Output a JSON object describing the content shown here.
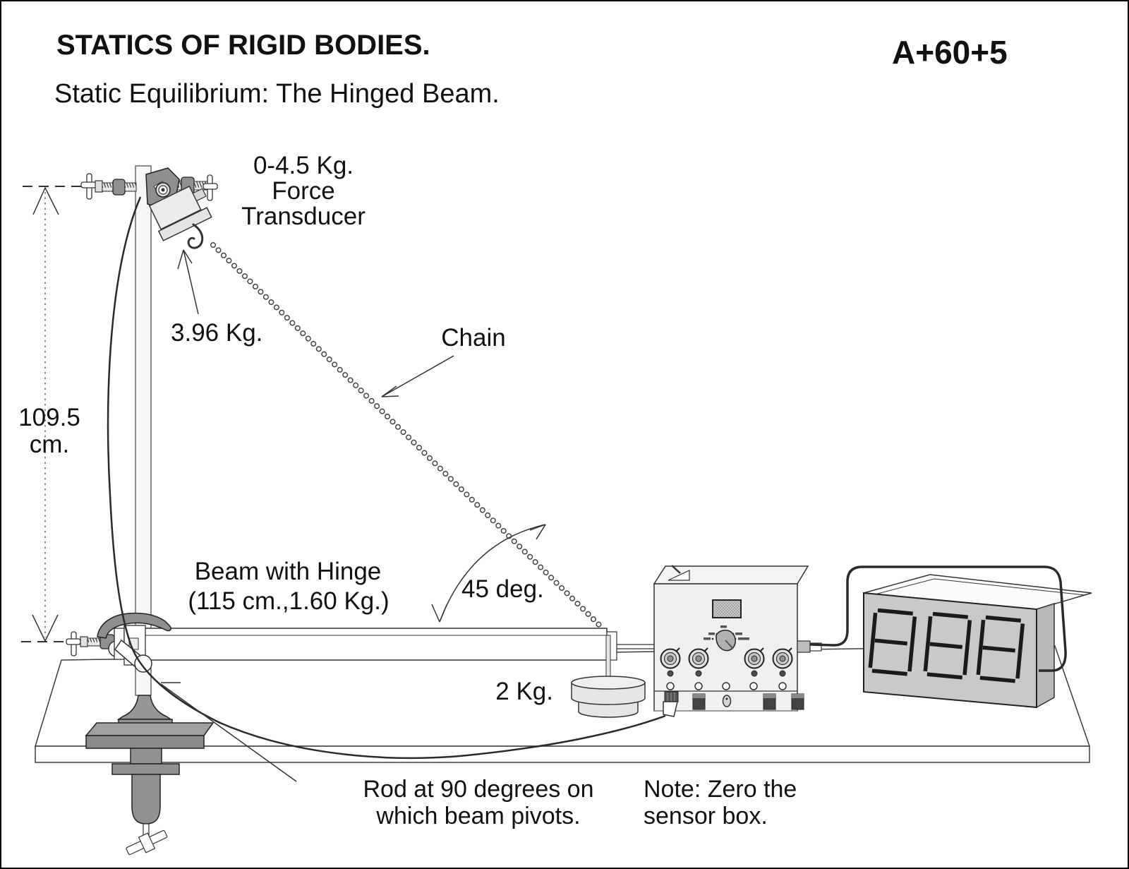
{
  "header": {
    "title": "STATICS OF RIGID BODIES.",
    "subtitle": "Static Equilibrium: The Hinged Beam.",
    "code": "A+60+5"
  },
  "labels": {
    "transducer": {
      "line1": "0-4.5 Kg.",
      "line2": "Force",
      "line3": "Transducer"
    },
    "reading": "3.96 Kg.",
    "chain": "Chain",
    "height": {
      "value": "109.5",
      "unit": "cm."
    },
    "beam": {
      "line1": "Beam with Hinge",
      "line2": "(115 cm.,1.60 Kg.)"
    },
    "angle": "45 deg.",
    "weight": "2 Kg.",
    "rod_note": {
      "line1": "Rod at 90 degrees on",
      "line2": "which beam pivots."
    },
    "sensor_note": {
      "line1": "Note: Zero the",
      "line2": "sensor box."
    }
  },
  "colors": {
    "line": "#222222",
    "light_gray": "#ececec",
    "metal_gray": "#8f8f8f",
    "panel_gray": "#c9c9c9",
    "background": "#ffffff"
  }
}
